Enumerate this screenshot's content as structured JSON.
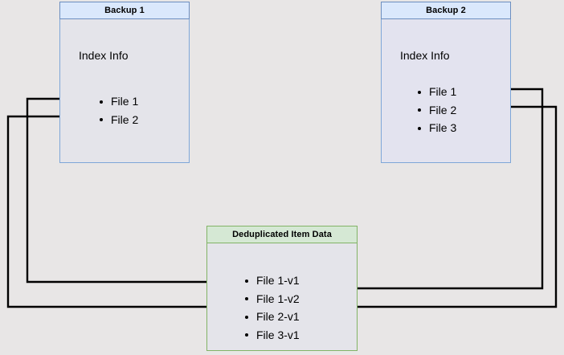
{
  "diagram": {
    "title_present": false,
    "background_color": "#e8e6e6",
    "edge_color": "#000000",
    "nodes": [
      {
        "id": "backup1",
        "header": "Backup 1",
        "caption": "Index Info",
        "items": [
          "File 1",
          "File 2"
        ],
        "accent_color": "#6c8ebf",
        "header_fill": "#dae8fc",
        "body_fill": "#e4e4ea"
      },
      {
        "id": "backup2",
        "header": "Backup 2",
        "caption": "Index Info",
        "items": [
          "File 1",
          "File 2",
          "File 3"
        ],
        "accent_color": "#6c8ebf",
        "header_fill": "#dae8fc",
        "body_fill": "#e3e3ef"
      },
      {
        "id": "dedup",
        "header": "Deduplicated Item Data",
        "caption": "",
        "items": [
          "File 1-v1",
          "File 1-v2",
          "File 2-v1",
          "File 3-v1"
        ],
        "accent_color": "#82b366",
        "header_fill": "#d5e8d4",
        "body_fill": "#e4e4ea"
      }
    ],
    "edges": [
      {
        "id": "b1f1-to-dedup-f1v1",
        "from": "Backup 1 / File 1",
        "to": "Deduplicated Item Data / File 1-v1",
        "direction": "left-route"
      },
      {
        "id": "b1f2-to-dedup-f2v1",
        "from": "Backup 1 / File 2",
        "to": "Deduplicated Item Data / File 2-v1",
        "direction": "left-route"
      },
      {
        "id": "b2f1-to-dedup-f1v2",
        "from": "Backup 2 / File 1",
        "to": "Deduplicated Item Data / File 1-v2",
        "direction": "right-route"
      },
      {
        "id": "b2f2-to-dedup-f2v1",
        "from": "Backup 2 / File 2",
        "to": "Deduplicated Item Data / File 2-v1",
        "direction": "right-route"
      }
    ]
  }
}
